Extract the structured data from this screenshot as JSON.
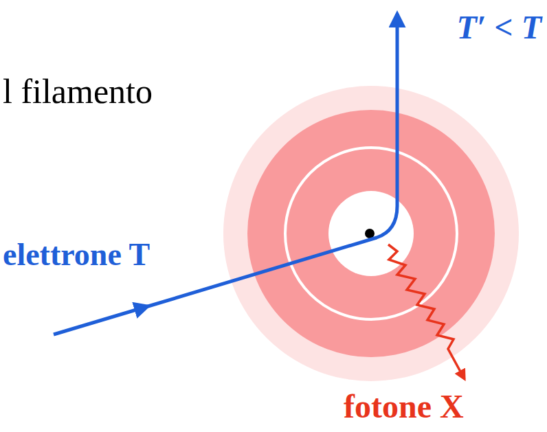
{
  "diagram": {
    "labels": [
      "l filamento",
      "T′ < T",
      "elettrone T",
      "fotone X"
    ]
  }
}
